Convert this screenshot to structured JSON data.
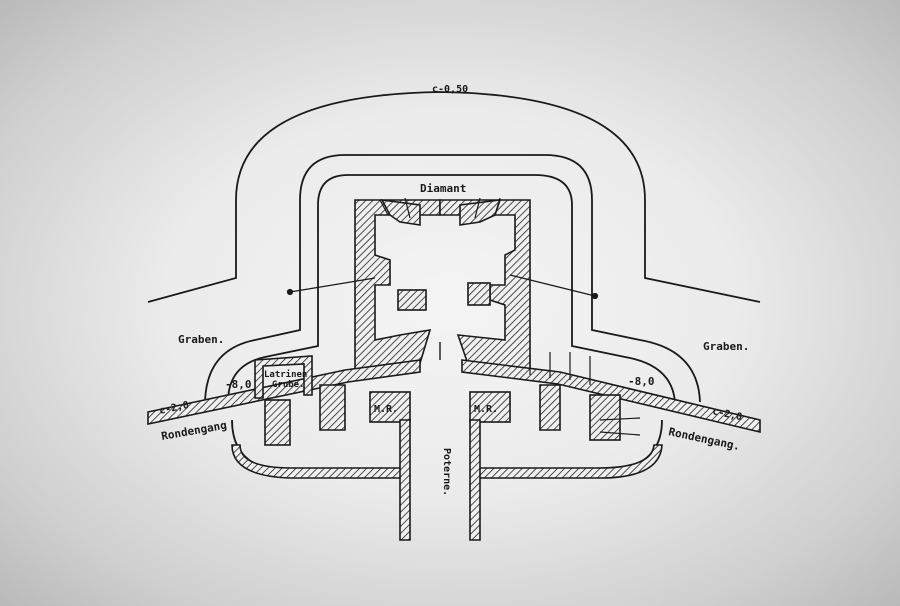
{
  "plan": {
    "labels": {
      "glacis_level": "c-0,50",
      "diamant": "Diamant",
      "graben_left": "Graben.",
      "graben_right": "Graben.",
      "depth_left": "-8,0",
      "depth_right": "-8,0",
      "latrine_1": "Latrinen",
      "latrine_2": "Grube.",
      "level_left": "c-2,0",
      "level_right": "c-2,0",
      "rondengang_left": "Rondengang",
      "rondengang_right": "Rondengang.",
      "mr_left": "M.R.",
      "mr_right": "M.R.",
      "poterne": "Poterne."
    },
    "colors": {
      "ink": "#1a1a1a",
      "paper": "#ececec"
    }
  }
}
